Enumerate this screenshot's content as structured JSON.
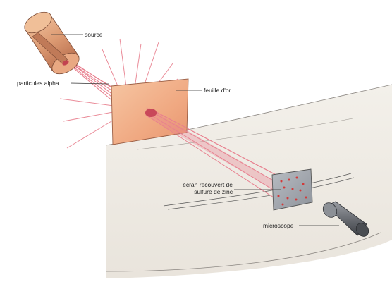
{
  "diagram": {
    "labels": {
      "source": "source",
      "particles": "particules alpha",
      "foil": "feuille d'or",
      "screen_line1": "écran recouvert de",
      "screen_line2": "sulfure de zinc",
      "microscope": "microscope"
    }
  },
  "colors": {
    "beam": "#e8808f",
    "foil": "#f2b08a",
    "source": "#e0a27a",
    "ring": "#efebe4",
    "screen": "#9fa3aa",
    "dots": "#d23a3a",
    "microscope": "#6d7076"
  }
}
